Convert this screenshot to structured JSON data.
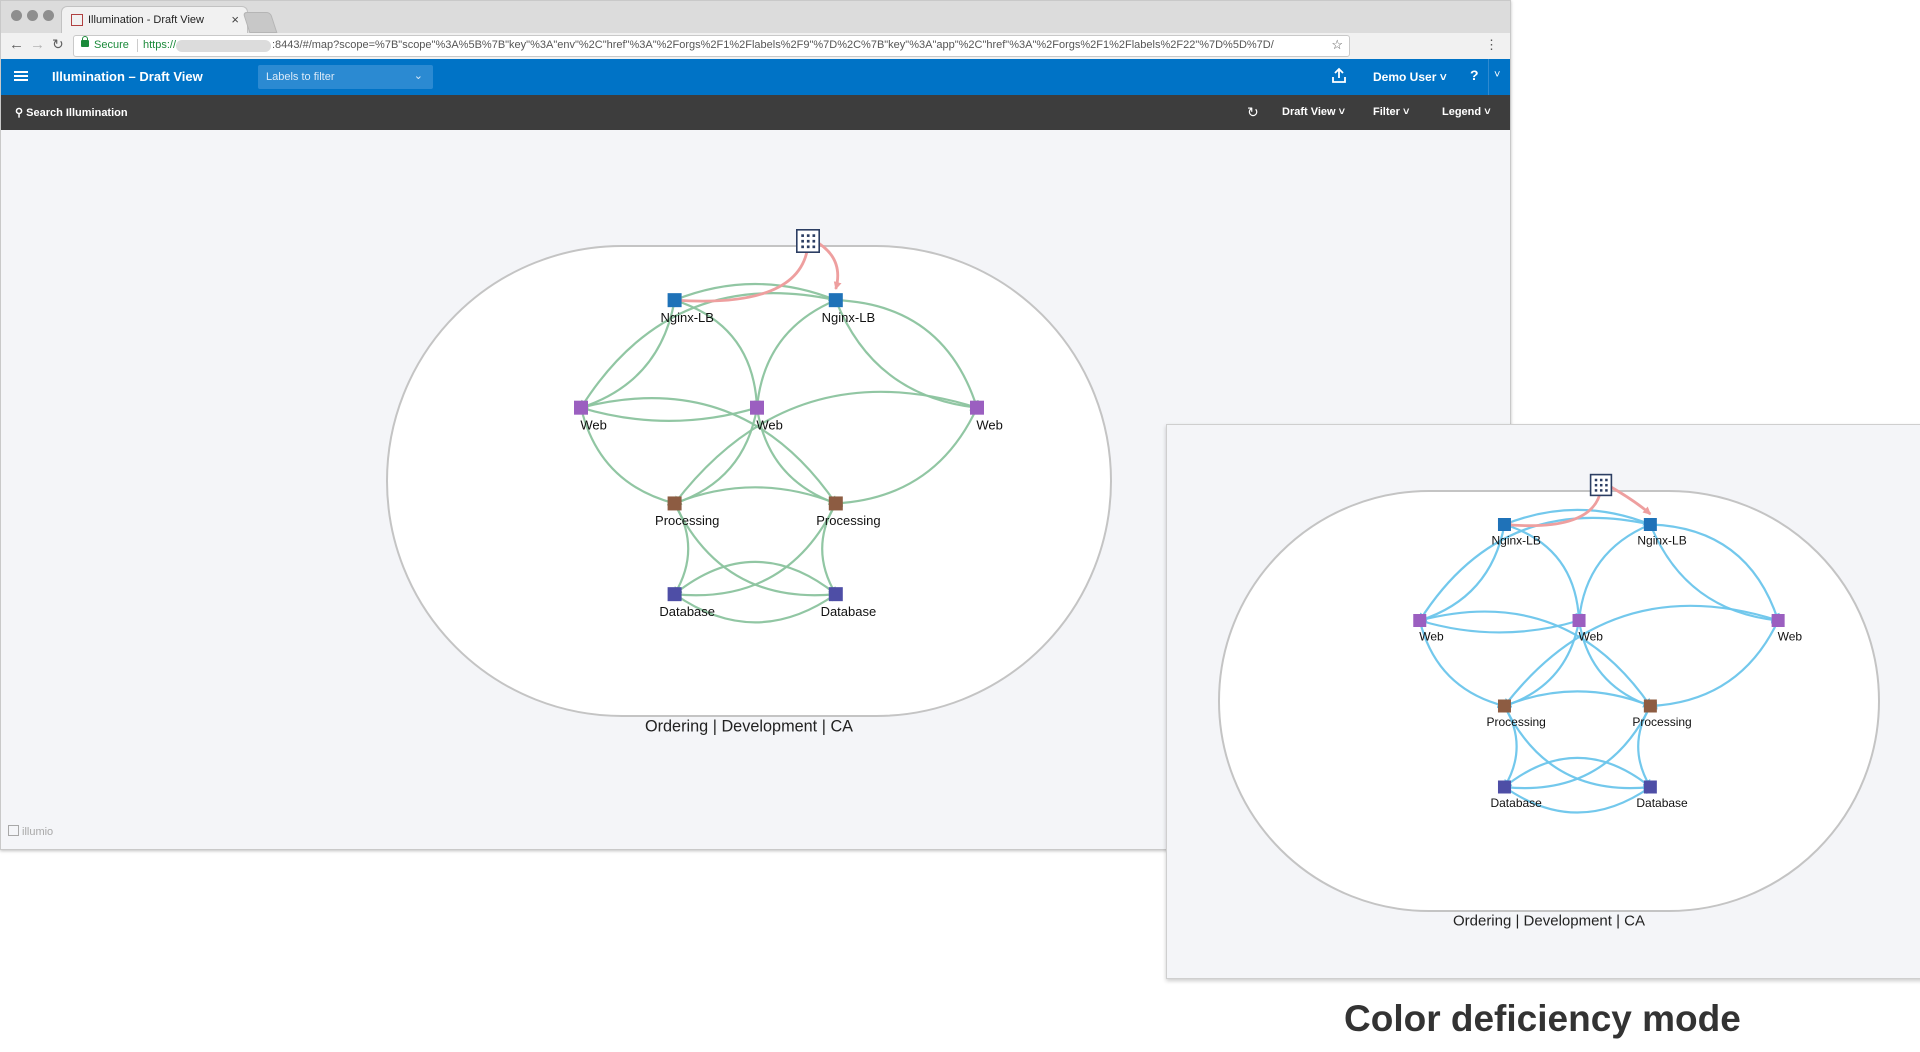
{
  "browser": {
    "tab_title": "Illumination - Draft View",
    "tab_close": "×",
    "secure_label": "Secure",
    "url_scheme": "https://",
    "url_rest": ":8443/#/map?scope=%7B\"scope\"%3A%5B%7B\"key\"%3A\"env\"%2C\"href\"%3A\"%2Forgs%2F1%2Flabels%2F9\"%7D%2C%7B\"key\"%3A\"app\"%2C\"href\"%3A\"%2Forgs%2F1%2Flabels%2F22\"%7D%5D%7D/"
  },
  "appbar": {
    "title": "Illumination  –  Draft View",
    "labels_placeholder": "Labels to filter",
    "user": "Demo User",
    "help": "?"
  },
  "toolbar": {
    "search": "Search Illumination",
    "draft_view": "Draft View",
    "filter": "Filter",
    "legend": "Legend"
  },
  "footer": {
    "logo": "illumio"
  },
  "group": {
    "label": "Ordering | Development | CA"
  },
  "nodes": [
    {
      "id": "lb1",
      "label": "Nginx-LB",
      "role": "lb"
    },
    {
      "id": "lb2",
      "label": "Nginx-LB",
      "role": "lb"
    },
    {
      "id": "web1",
      "label": "Web",
      "role": "web"
    },
    {
      "id": "web2",
      "label": "Web",
      "role": "web"
    },
    {
      "id": "web3",
      "label": "Web",
      "role": "web"
    },
    {
      "id": "proc1",
      "label": "Processing",
      "role": "proc"
    },
    {
      "id": "proc2",
      "label": "Processing",
      "role": "proc"
    },
    {
      "id": "db1",
      "label": "Database",
      "role": "db"
    },
    {
      "id": "db2",
      "label": "Database",
      "role": "db"
    }
  ],
  "colors": {
    "lb": "#1f72b8",
    "web": "#9b5fc0",
    "proc": "#8d5c42",
    "db": "#4e4ea6",
    "link_normal": "#8cc49f",
    "link_deficiency": "#6cc6ec",
    "link_external": "#ee9f9f",
    "group_border": "#c4c4c4",
    "appbar": "#0073c6"
  },
  "caption": "Color deficiency mode"
}
